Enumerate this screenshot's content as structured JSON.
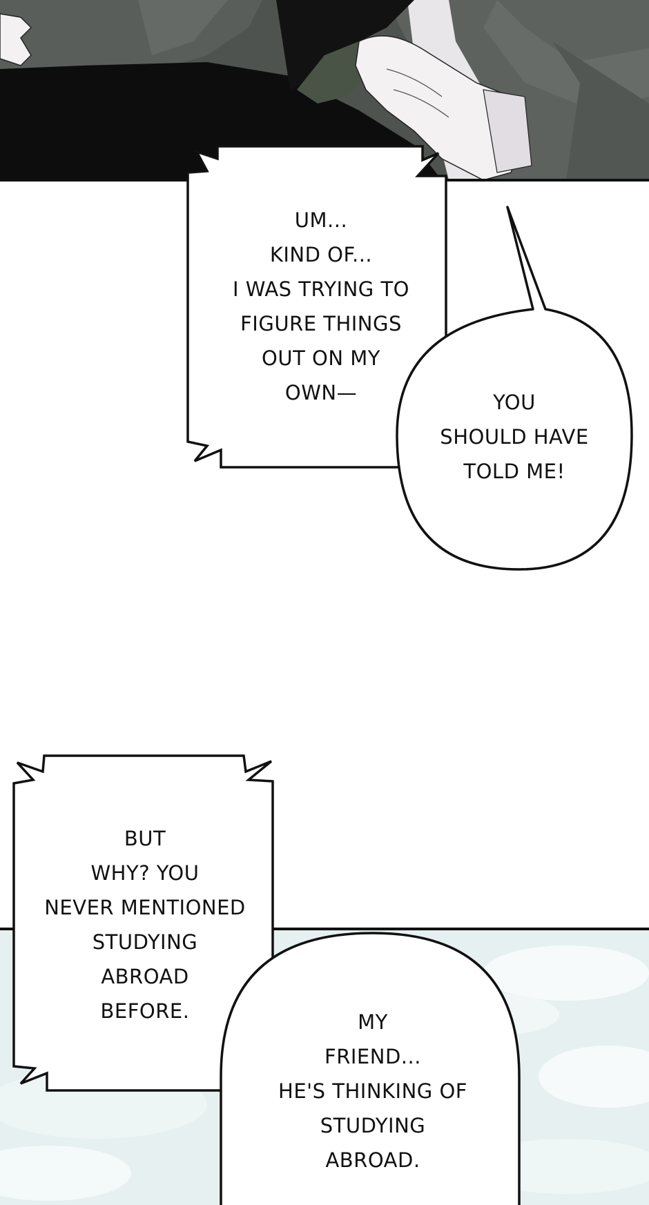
{
  "panels": [
    {
      "id": "car-interior",
      "palette": {
        "suit": "#5b5f5c",
        "dark": "#0d0d0d",
        "shirt": "#e8e6e9",
        "skin": "#f4f1f3"
      }
    },
    {
      "id": "sky",
      "palette": {
        "sky": "#e6f0f0",
        "cloud": "#f6fafa"
      }
    }
  ],
  "dialogue": [
    {
      "type": "narration-box",
      "lines": [
        "UM...",
        "KIND OF...",
        "I WAS TRYING TO",
        "FIGURE THINGS",
        "OUT ON MY",
        "OWN—"
      ]
    },
    {
      "type": "speech-bubble",
      "lines": [
        "YOU",
        "SHOULD HAVE",
        "TOLD ME!"
      ]
    },
    {
      "type": "narration-box",
      "lines": [
        "BUT",
        "WHY? YOU",
        "NEVER MENTIONED",
        "STUDYING",
        "ABROAD",
        "BEFORE."
      ]
    },
    {
      "type": "speech-bubble",
      "lines": [
        "MY",
        "FRIEND...",
        "HE'S THINKING OF",
        "STUDYING",
        "ABROAD."
      ]
    }
  ],
  "colors": {
    "ink": "#111111",
    "balloon_fill": "#ffffff",
    "page_background": "#ffffff"
  }
}
